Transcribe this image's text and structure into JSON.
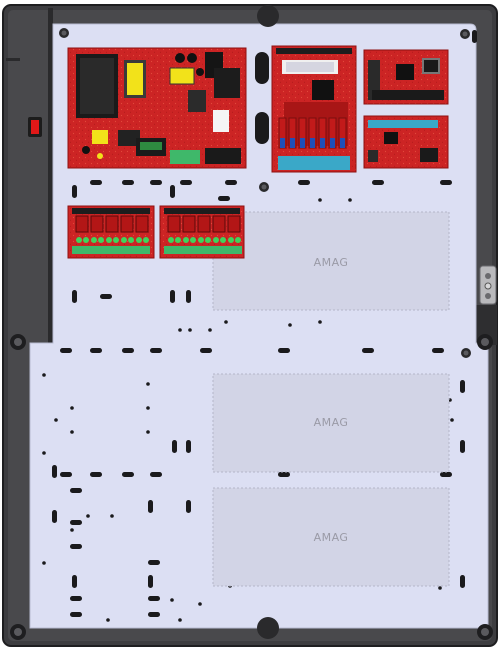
{
  "product_image": {
    "zone_labels": [
      "AMAG",
      "AMAG",
      "AMAG"
    ]
  },
  "colors": {
    "enclosure": "#3d3d40",
    "enclosure_edge": "#222224",
    "backplate": "#dcdff3",
    "board_red": "#cc2424",
    "board_dark": "#8e1010",
    "terminal_green": "#3fb86a",
    "terminal_blue": "#3aa8c8",
    "zone_fill": "#d2d4e6",
    "zone_border": "#b4b6c8",
    "switch_red": "#e01818"
  }
}
